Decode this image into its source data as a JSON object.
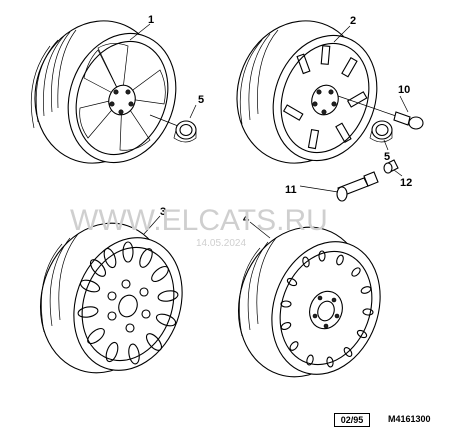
{
  "callouts": {
    "c1": "1",
    "c2": "2",
    "c3": "3",
    "c4": "4",
    "c5a": "5",
    "c5b": "5",
    "c10": "10",
    "c11": "11",
    "c12": "12"
  },
  "watermark": {
    "site": "WWW.ELCATS.RU",
    "date": "14.05.2024"
  },
  "footer": {
    "date_code": "02/95",
    "reference": "M4161300"
  }
}
